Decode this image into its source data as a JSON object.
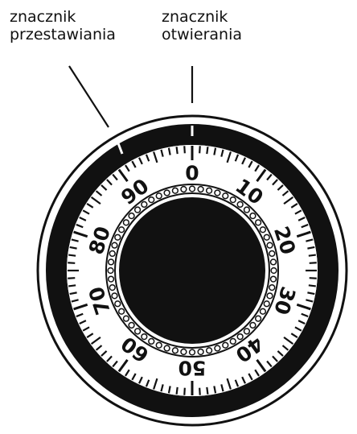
{
  "labels": {
    "reset_mark": [
      "znacznik",
      "przestawiania"
    ],
    "open_mark": [
      "znacznik",
      "otwierania"
    ]
  },
  "dial": {
    "numbers": [
      "0",
      "10",
      "20",
      "30",
      "40",
      "50",
      "60",
      "70",
      "80",
      "90"
    ],
    "divisions": 100
  },
  "colors": {
    "ink": "#111111",
    "background": "#ffffff"
  }
}
